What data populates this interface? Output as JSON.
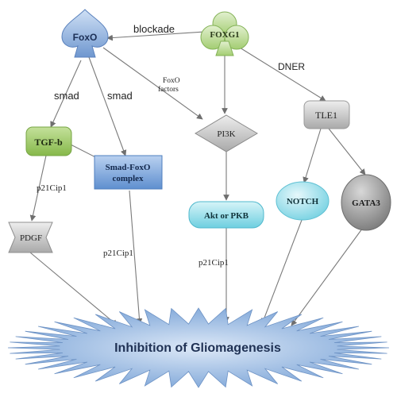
{
  "nodes": {
    "foxo": "FoxO",
    "foxg1": "FOXG1",
    "tgfb": "TGF-b",
    "smad_foxo_line1": "Smad-FoxO",
    "smad_foxo_line2": "complex",
    "pi3k": "PI3K",
    "tle1": "TLE1",
    "pdgf": "PDGF",
    "akt": "Akt or PKB",
    "notch": "NOTCH",
    "gata3": "GATA3",
    "inhibition": "Inhibition of Gliomagenesis"
  },
  "edge_labels": {
    "blockade": "blockade",
    "dner": "DNER",
    "smad_left": "smad",
    "smad_mid": "smad",
    "foxo_factors_line1": "FoxO",
    "foxo_factors_line2": "factors",
    "p21_tgfb": "p21Cip1",
    "p21_smad": "p21Cip1",
    "p21_akt": "p21Cip1"
  },
  "colors": {
    "foxo_fill": "#8fb0dd",
    "foxg1_fill": "#b7d88e",
    "tgfb_fill": "#9cc75c",
    "smad_fill": "#7fa8dc",
    "pi3k_fill": "#c8c8c8",
    "tle1_fill": "#d4d4d4",
    "pdgf_fill": "#bdbdbd",
    "akt_fill": "#8fdbe8",
    "notch_fill": "#9ee0ea",
    "gata3_fill": "#9a9a9a",
    "burst_fill": "#8fb3df",
    "edge": "#777777"
  }
}
